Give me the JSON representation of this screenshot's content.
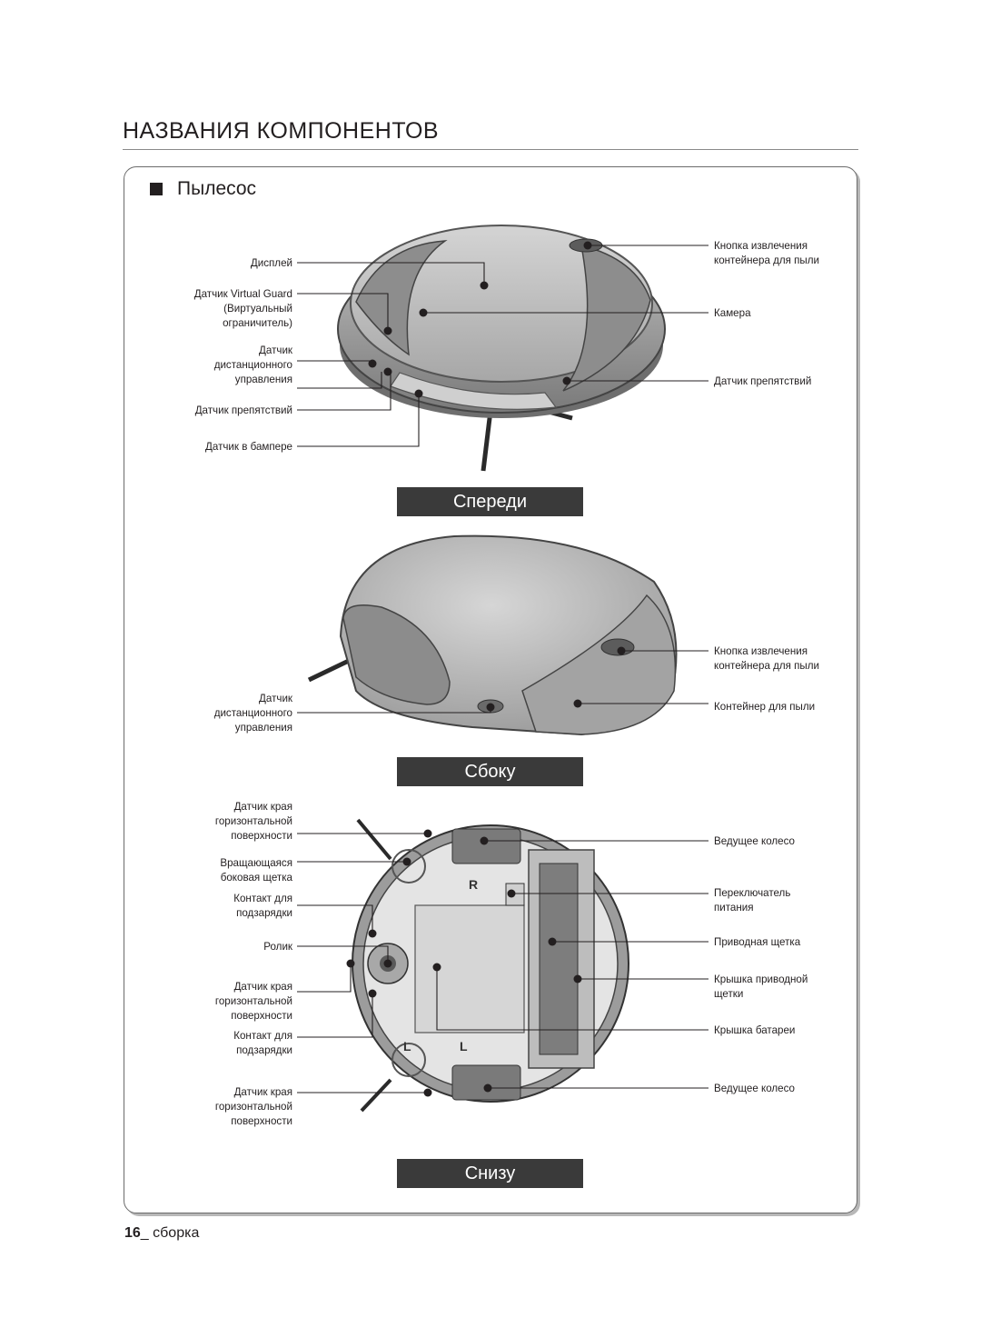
{
  "page_title": "НАЗВАНИЯ КОМПОНЕНТОВ",
  "section_heading": "Пылесос",
  "views": {
    "front": "Спереди",
    "side": "Сбоку",
    "bottom": "Снизу"
  },
  "front_labels_left": {
    "display": "Дисплей",
    "vg1": "Датчик Virtual Guard",
    "vg2": "(Виртуальный",
    "vg3": "ограничитель)",
    "rc1": "Датчик",
    "rc2": "дистанционного",
    "rc3": "управления",
    "obstacle": "Датчик препятствий",
    "bumper": "Датчик в бампере"
  },
  "front_labels_right": {
    "eject1": "Кнопка извлечения",
    "eject2": "контейнера для пыли",
    "camera": "Камера",
    "obstacle": "Датчик препятствий"
  },
  "side_labels_left": {
    "rc1": "Датчик",
    "rc2": "дистанционного",
    "rc3": "управления"
  },
  "side_labels_right": {
    "eject1": "Кнопка извлечения",
    "eject2": "контейнера для пыли",
    "bin": "Контейнер для пыли"
  },
  "bottom_labels_left": {
    "cliff_a1": "Датчик края",
    "cliff_a2": "горизонтальной",
    "cliff_a3": "поверхности",
    "side_brush1": "Вращающаяся",
    "side_brush2": "боковая щетка",
    "contact_a1": "Контакт для",
    "contact_a2": "подзарядки",
    "roller": "Ролик",
    "cliff_b1": "Датчик края",
    "cliff_b2": "горизонтальной",
    "cliff_b3": "поверхности",
    "contact_b1": "Контакт для",
    "contact_b2": "подзарядки",
    "cliff_c1": "Датчик края",
    "cliff_c2": "горизонтальной",
    "cliff_c3": "поверхности"
  },
  "bottom_labels_right": {
    "wheel_top": "Ведущее колесо",
    "power1": "Переключатель",
    "power2": "питания",
    "main_brush": "Приводная щетка",
    "brush_cover1": "Крышка приводной",
    "brush_cover2": "щетки",
    "battery_cover": "Крышка батареи",
    "wheel_bottom": "Ведущее колесо"
  },
  "bottom_marks": {
    "right_wheel": "R",
    "left_wheel": "L",
    "left_wheel_2": "L"
  },
  "footer": {
    "page_number": "16",
    "section": "_ сборка"
  }
}
